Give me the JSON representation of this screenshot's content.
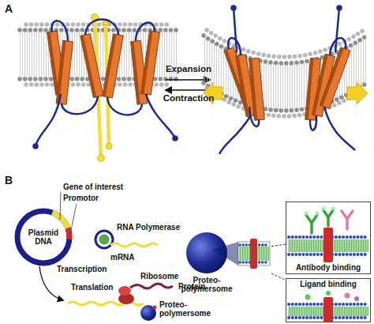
{
  "diagram": {
    "nodes": [
      {
        "text": [
          "Plasmid DNA"
        ]
      },
      {
        "text": [
          "Proteo- polymersome"
        ]
      },
      {
        "text": [
          "Proteo- polymersome"
        ]
      },
      {
        "text": [
          "Antibody binding"
        ]
      },
      {
        "text": [
          "Ligand binding"
        ]
      }
    ],
    "edges": [
      {
        "from": 2,
        "to": 3,
        "arrow": "none"
      },
      {
        "from": 2,
        "to": 4,
        "arrow": "none"
      }
    ],
    "labels": [
      "A",
      "Expansion",
      "Contraction",
      "B",
      "Gene of interest",
      "Promotor",
      "RNA Polymerase",
      "mRNA",
      "Transcription",
      "Ribosome",
      "Translation",
      "Protein"
    ]
  }
}
